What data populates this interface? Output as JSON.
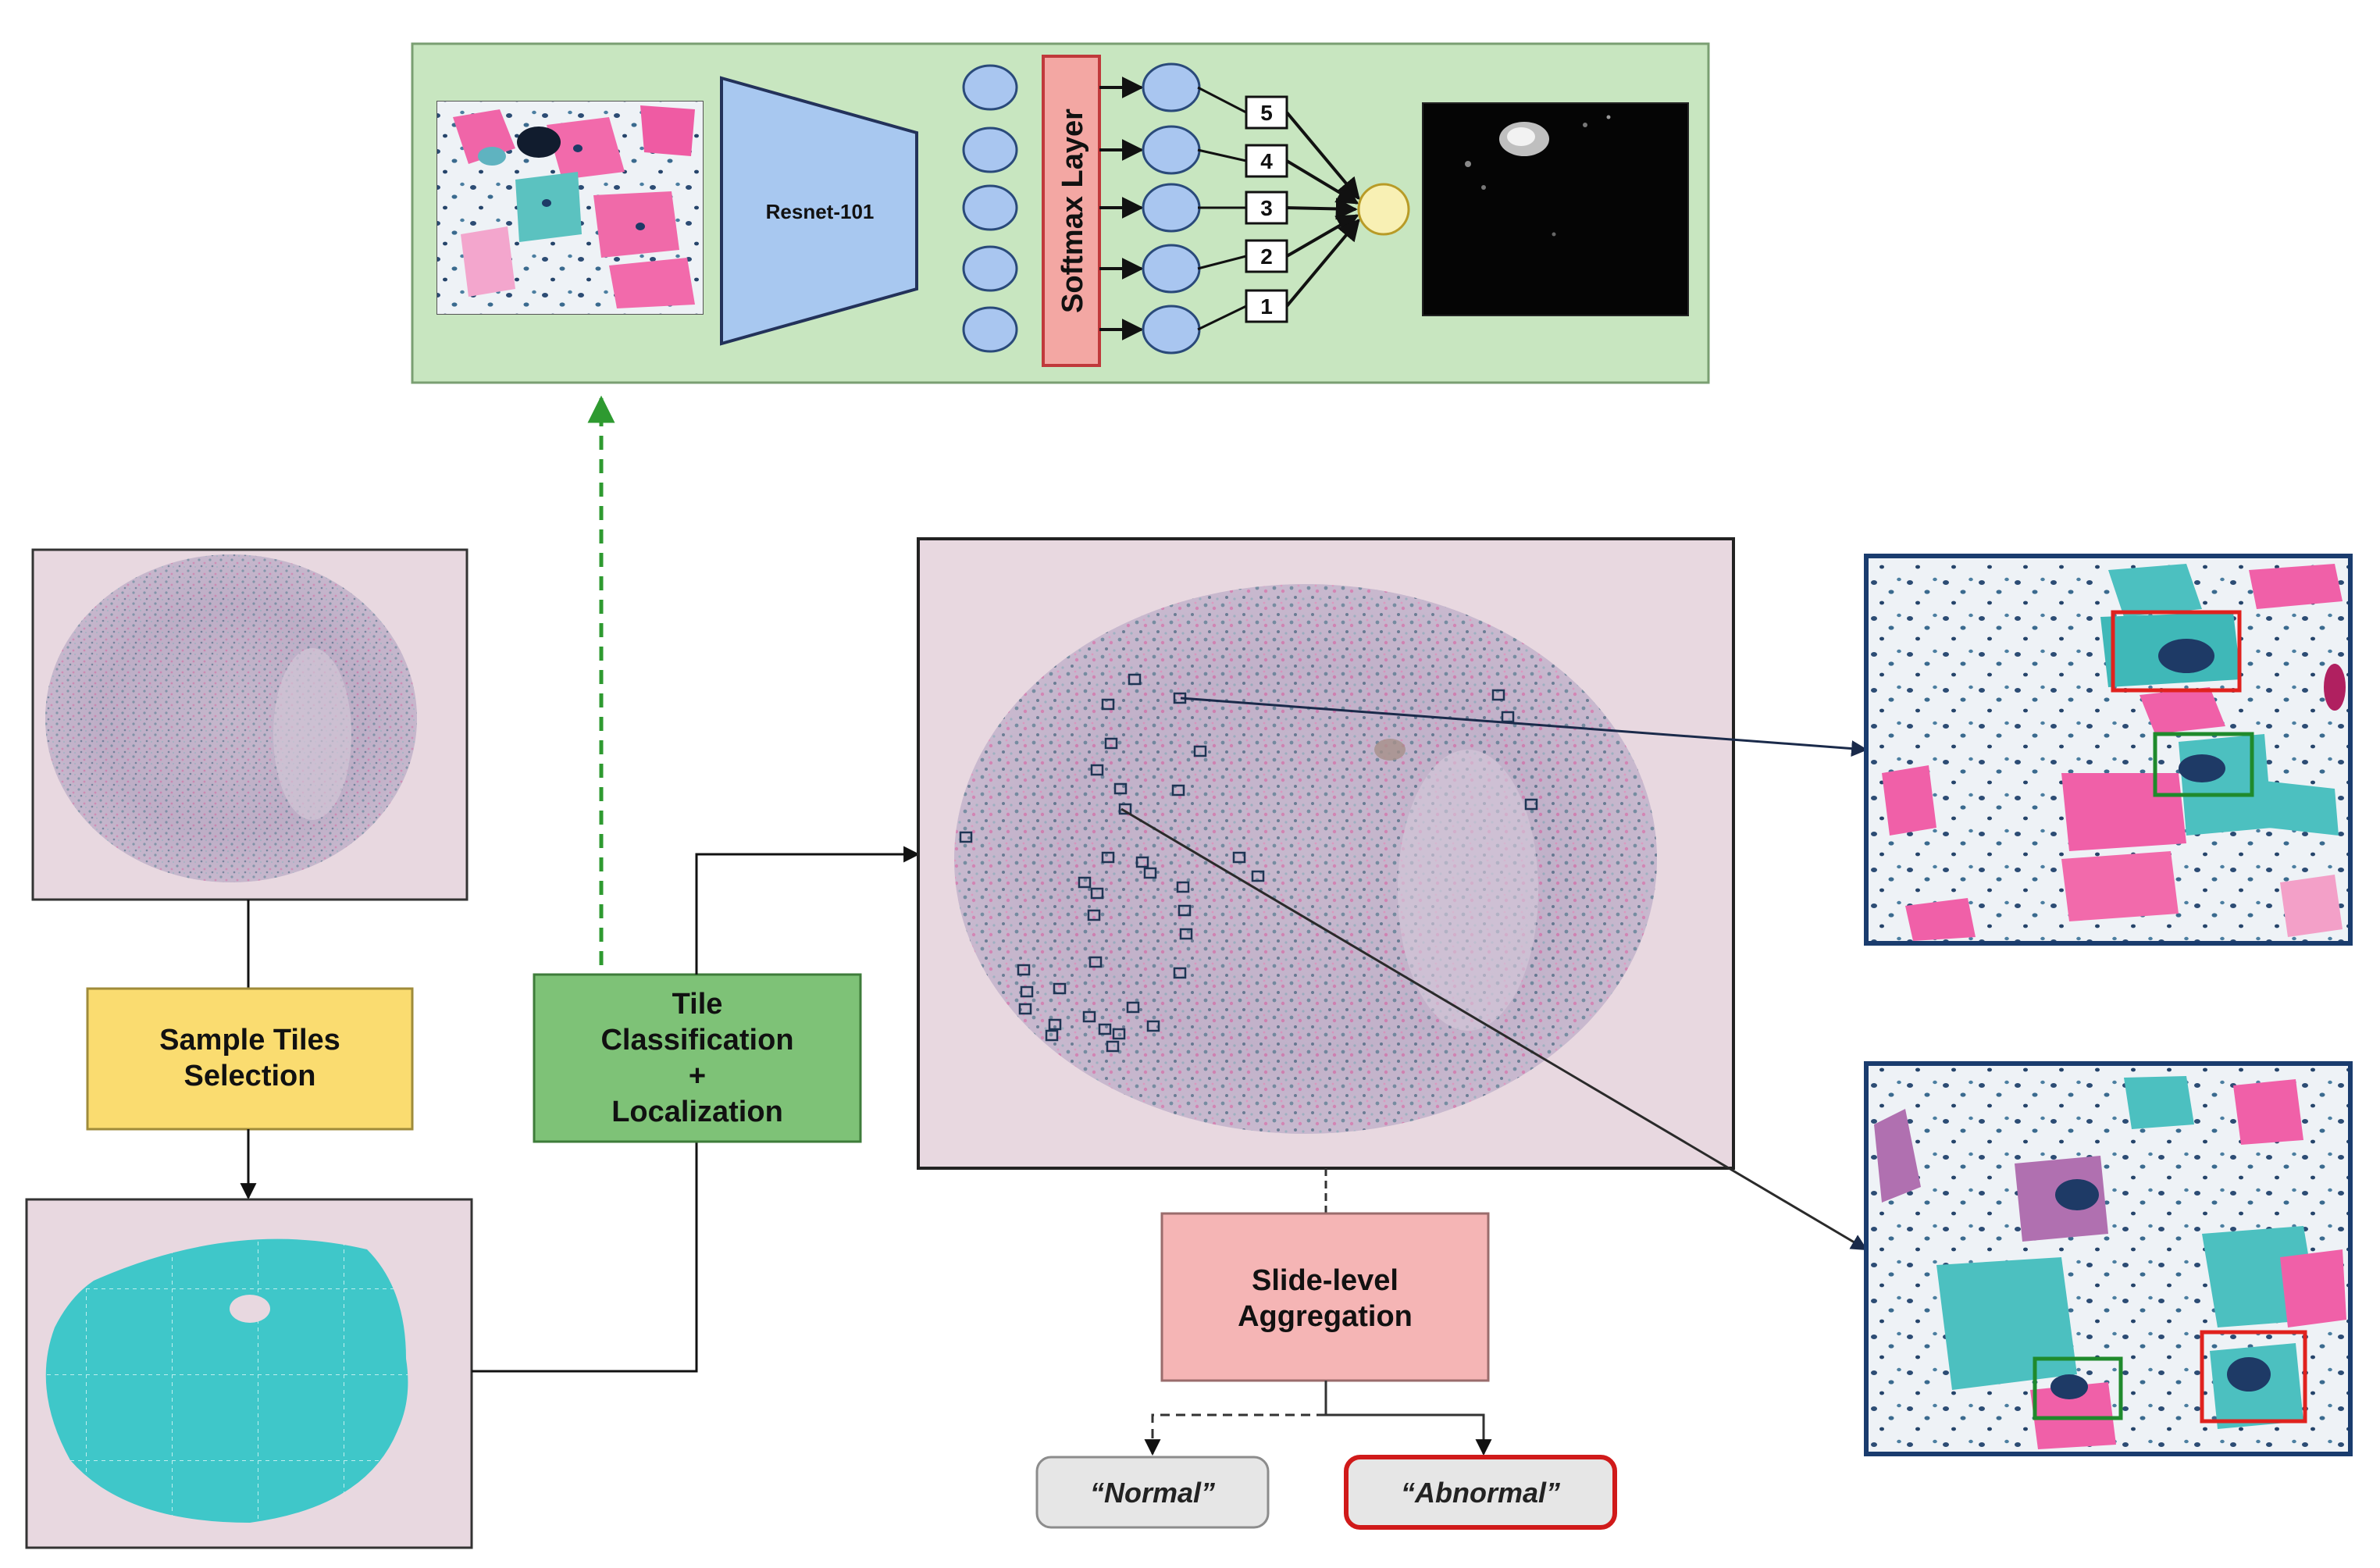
{
  "colors": {
    "network_panel_bg": "#c8e6c0",
    "network_panel_border": "#7a9f72",
    "resnet_fill": "#a8c8f0",
    "resnet_border": "#23325a",
    "neuron_fill": "#a9c6f0",
    "neuron_border": "#2a4a7a",
    "softmax_fill": "#f3a7a3",
    "softmax_border": "#c0393b",
    "output_node_fill": "#f8f0b4",
    "output_node_border": "#b89b27",
    "heatmap_bg": "#050505",
    "slide_bg": "#e8d8e0",
    "cyan_tissue": "#3fc7c9",
    "sample_tiles_fill": "#fadc70",
    "sample_tiles_border": "#9f8b3a",
    "tile_class_fill": "#7ec277",
    "tile_class_border": "#3e7c3a",
    "slide_agg_fill": "#f5b5b5",
    "slide_agg_border": "#9a6c6c",
    "normal_fill": "#e6e6e6",
    "normal_border": "#8c8c8c",
    "abnormal_fill": "#e6e6e6",
    "abnormal_border": "#d01a1a",
    "dashed_arrow": "#2e9a30",
    "arrow": "#111111",
    "zoom_border": "#1a3c6e",
    "box_red": "#e0221e",
    "box_green": "#1f8a2c",
    "cell_pink": "#f060a8",
    "cell_cyan": "#4cc0c0",
    "nucleus": "#1e3a66"
  },
  "network": {
    "backbone_label": "Resnet-101",
    "softmax_label": "Softmax Layer",
    "class_labels": [
      "5",
      "4",
      "3",
      "2",
      "1"
    ]
  },
  "boxes": {
    "sample_tiles": [
      "Sample Tiles",
      "Selection"
    ],
    "tile_classification": [
      "Tile",
      "Classification",
      "+",
      "Localization"
    ],
    "slide_aggregation": [
      "Slide-level",
      "Aggregation"
    ],
    "normal": "“Normal”",
    "abnormal": "“Abnormal”"
  },
  "icons": {
    "output_node": "circle-node-icon",
    "neuron": "circle-node-icon"
  }
}
